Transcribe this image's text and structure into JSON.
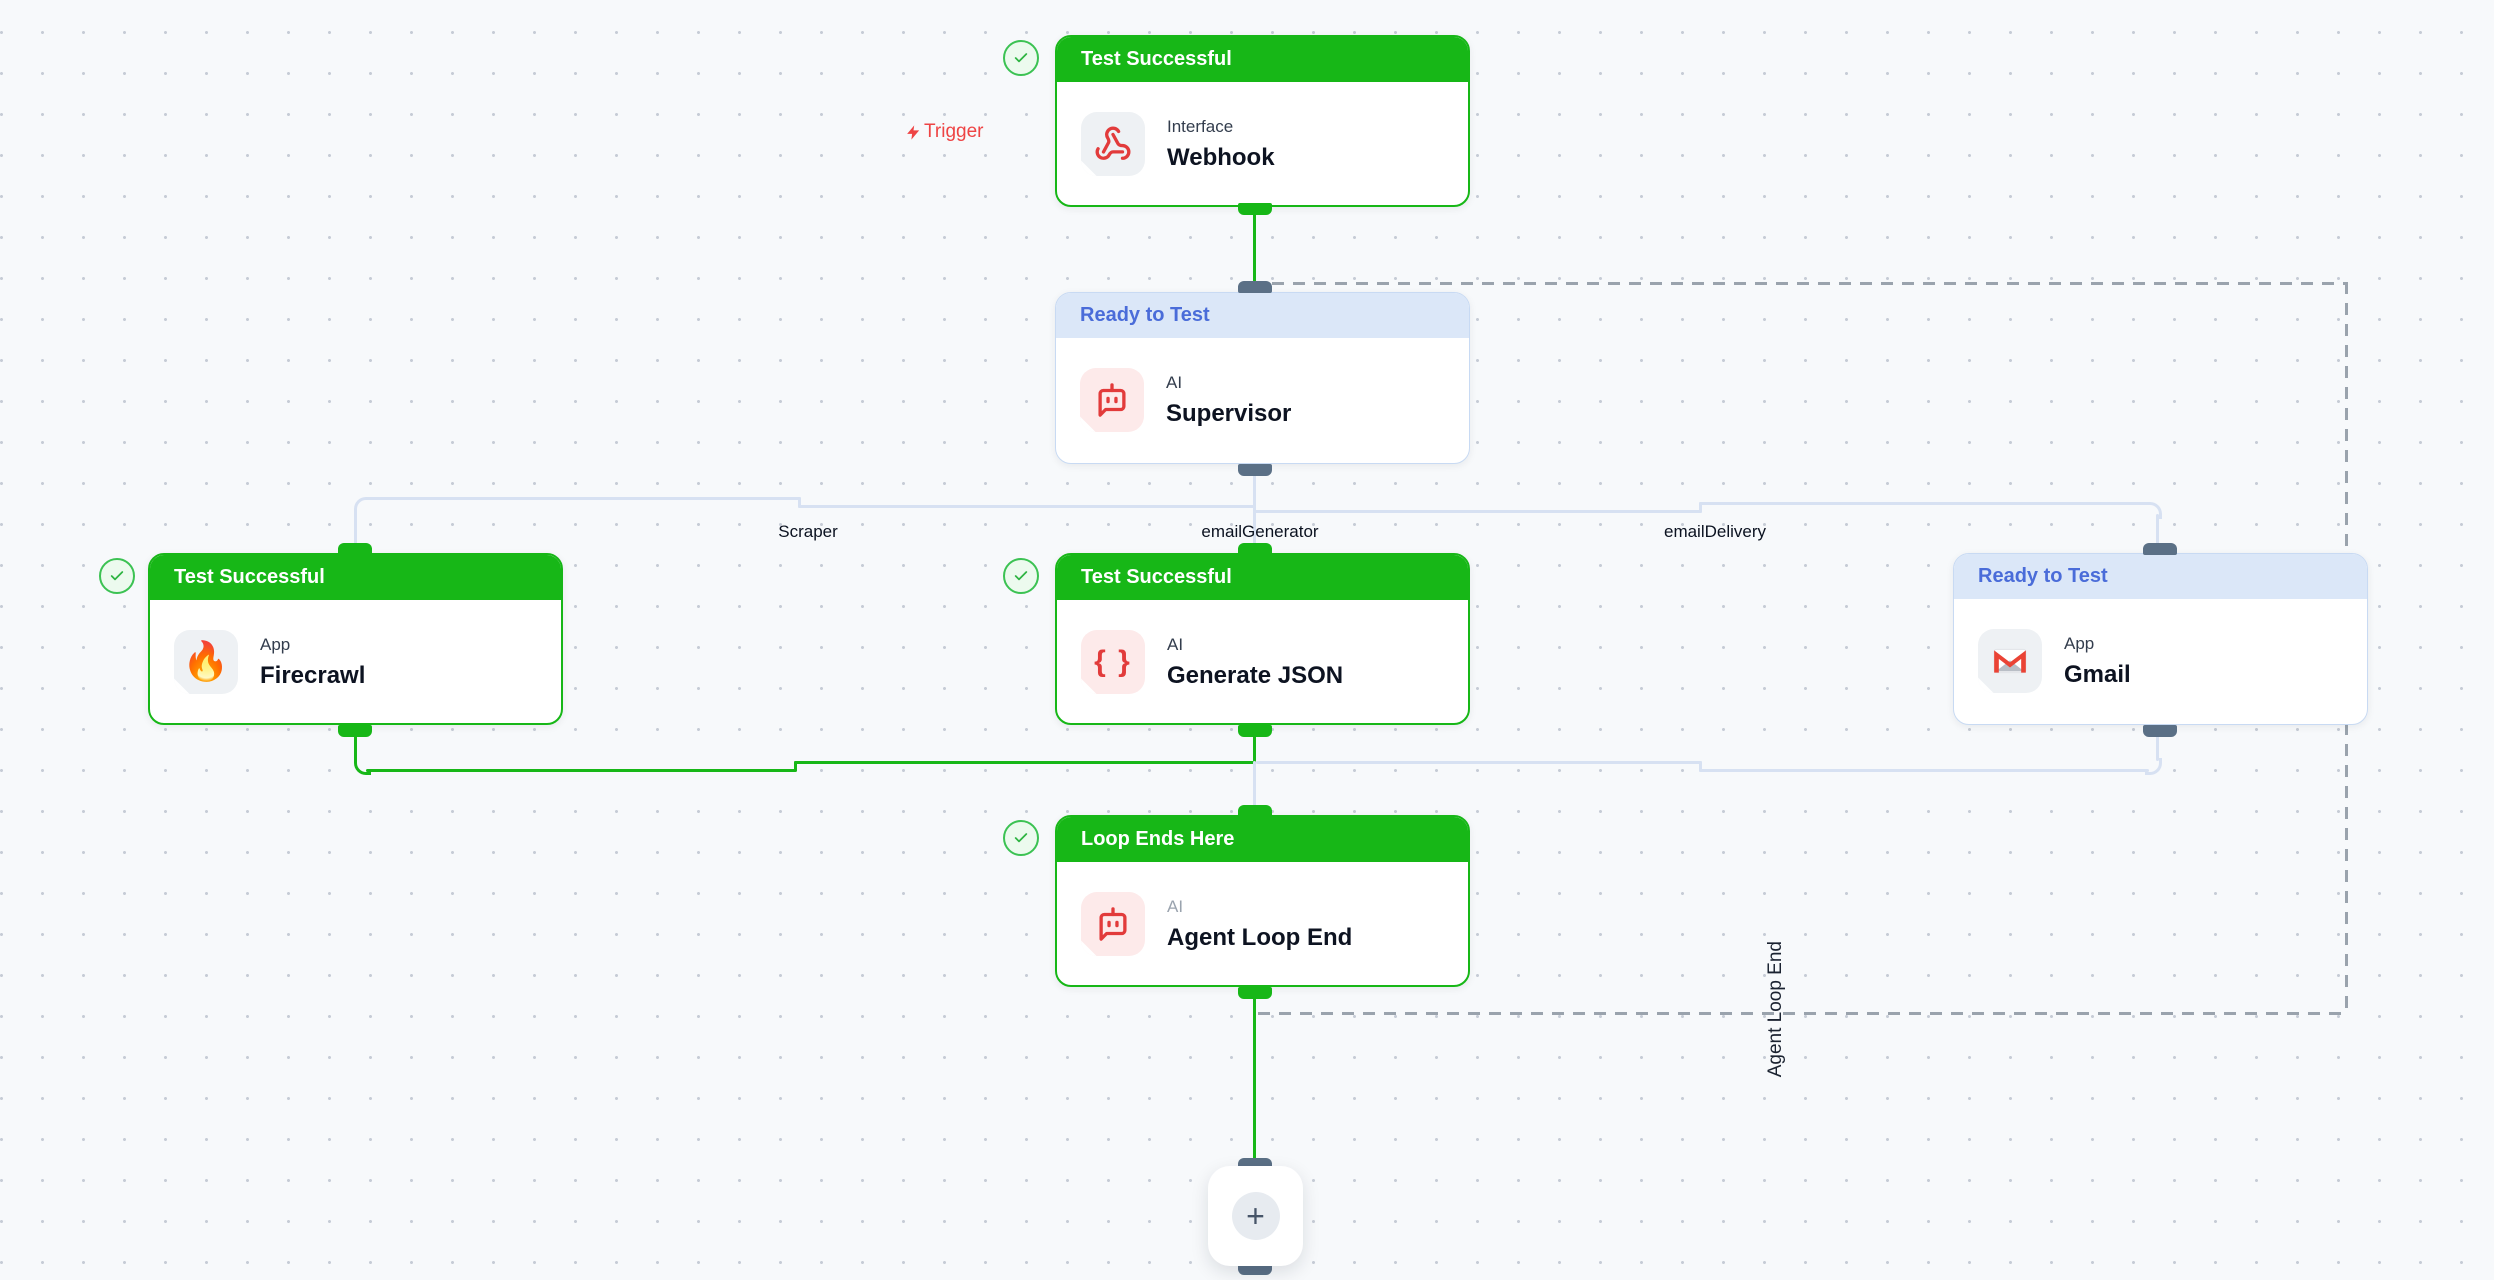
{
  "trigger": {
    "label": "Trigger"
  },
  "branches": {
    "scraper": "Scraper",
    "email_generator": "emailGenerator",
    "email_delivery": "emailDelivery"
  },
  "loop": {
    "label": "Agent Loop End"
  },
  "nodes": {
    "webhook": {
      "status": "Test Successful",
      "kind": "Interface",
      "title": "Webhook"
    },
    "supervisor": {
      "status": "Ready to Test",
      "kind": "AI",
      "title": "Supervisor"
    },
    "firecrawl": {
      "status": "Test Successful",
      "kind": "App",
      "title": "Firecrawl"
    },
    "generate_json": {
      "status": "Test Successful",
      "kind": "AI",
      "title": "Generate JSON"
    },
    "gmail": {
      "status": "Ready to Test",
      "kind": "App",
      "title": "Gmail"
    },
    "agent_loop_end": {
      "status": "Loop Ends Here",
      "kind": "AI",
      "title": "Agent Loop End"
    }
  },
  "glyphs": {
    "braces": "{ }",
    "fire": "🔥"
  },
  "add_button": {
    "label": "+"
  },
  "colors": {
    "success_green": "#17b717",
    "ready_blue_bg": "#dbe7f8",
    "ready_blue_text": "#4a6cd9",
    "edge_untested": "#d7e1f2",
    "loop_dash_gray": "#9aa3ad",
    "trigger_red": "#ee4444",
    "connector_slate": "#5b7086"
  }
}
